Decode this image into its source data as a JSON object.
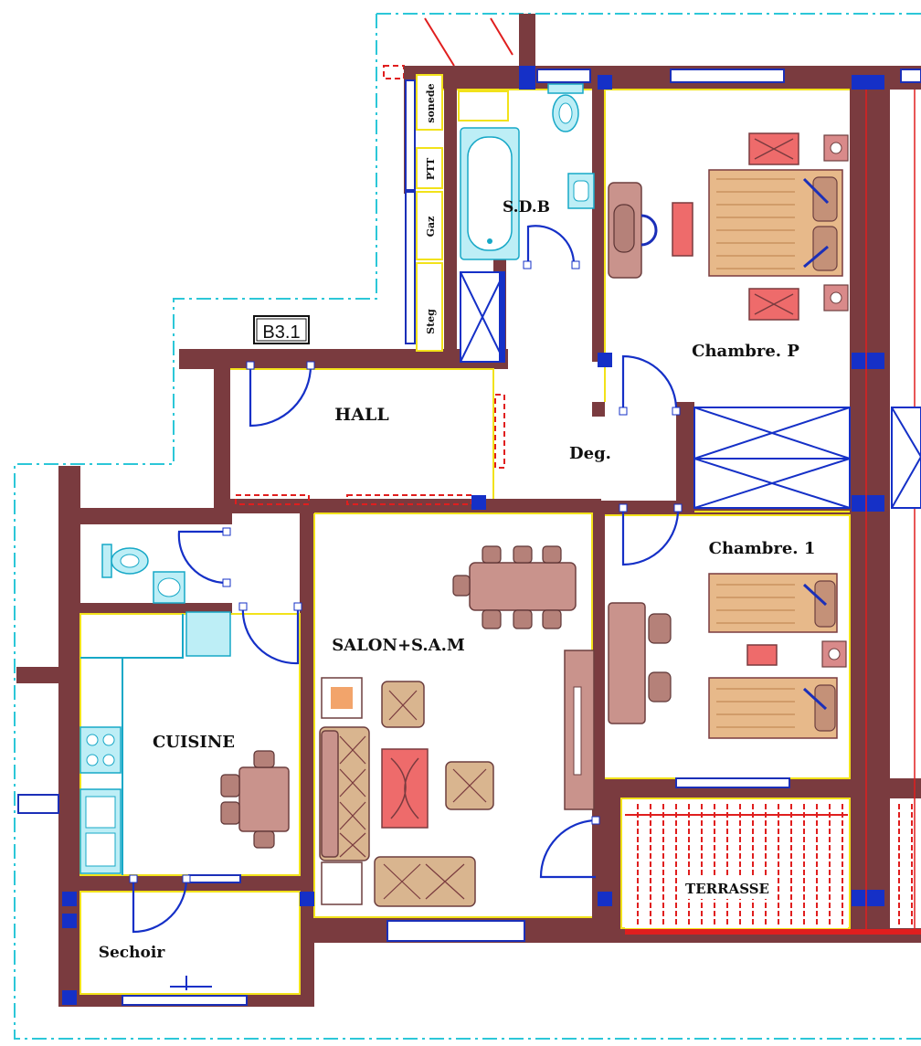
{
  "plan": {
    "block_tag": "B3.1",
    "rooms": {
      "sdb": "S.D.B",
      "chambre_p": "Chambre. P",
      "hall": "HALL",
      "deg": "Deg.",
      "chambre_1": "Chambre. 1",
      "salon": "SALON+S.A.M",
      "cuisine": "CUISINE",
      "terrasse": "TERRASSE",
      "sechoir": "Sechoir"
    },
    "closets": {
      "sonede": "sonede",
      "ptt": "PTT",
      "gaz": "Gaz",
      "steg": "Steg"
    },
    "colors": {
      "wall": "#7a3b3f",
      "wall_edge": "#f2e21a",
      "window": "#1b2fb8",
      "door": "#1530c7",
      "boundary": "#2cc7d8",
      "terrace": "#e01e1e"
    }
  }
}
